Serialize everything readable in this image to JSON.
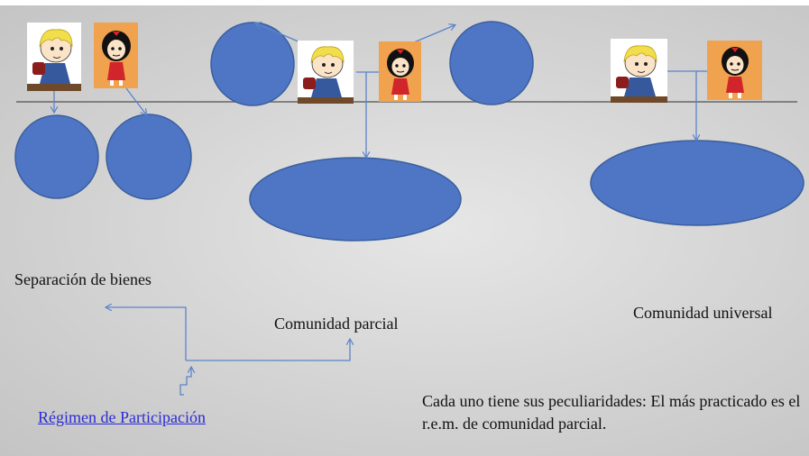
{
  "labels": {
    "separacion": "Separación de bienes",
    "comunidad_parcial": "Comunidad parcial",
    "comunidad_universal": "Comunidad universal",
    "regimen": "Régimen de Participación",
    "note": "Cada uno tiene sus peculiaridades: El más practicado es el r.e.m. de comunidad parcial."
  },
  "characters": [
    "boy-character",
    "girl-character"
  ],
  "colors": {
    "shape_fill": "#4f76c4",
    "shape_stroke": "#3a5e9e",
    "arrow": "#5b84c9",
    "link": "#2b2bd6",
    "boy_hair": "#f2de4a",
    "boy_shirt": "#35599c",
    "girl_bg": "#f0a24e",
    "girl_dress": "#d2252b"
  },
  "icons": {
    "boy": "blonde-boy-cartoon-icon",
    "girl": "dark-haired-girl-cartoon-icon"
  }
}
